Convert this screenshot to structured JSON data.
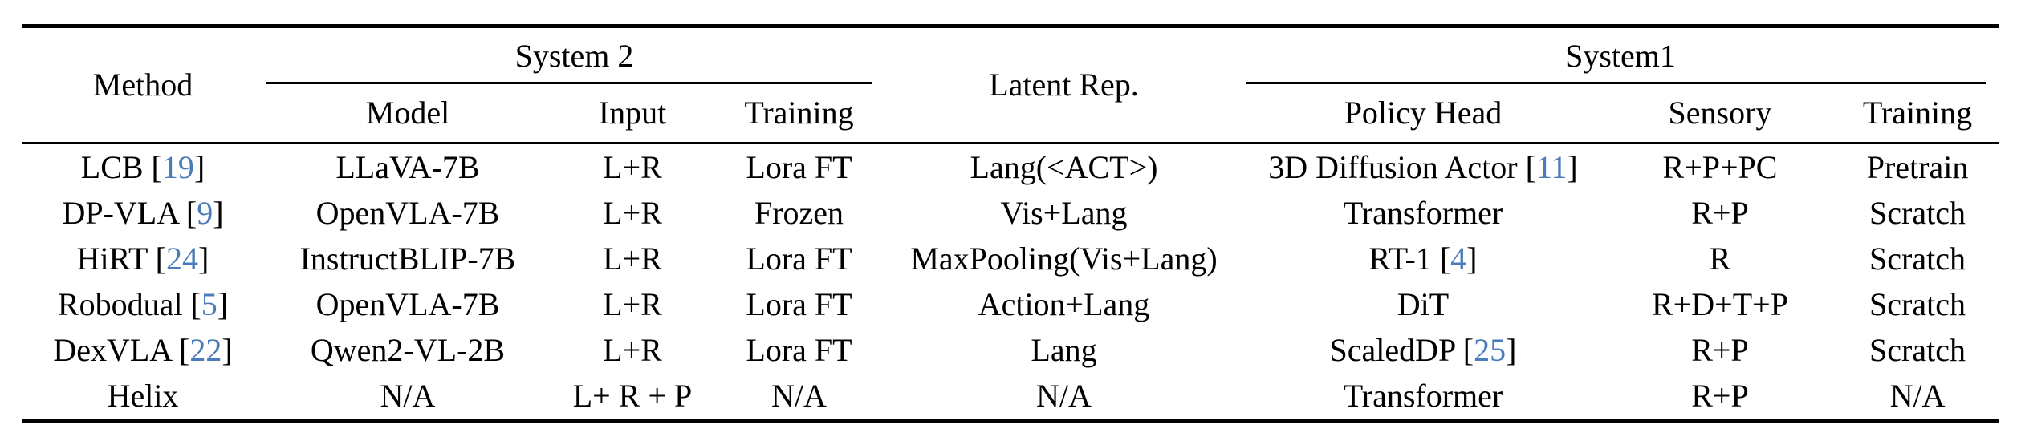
{
  "colors": {
    "text": "#000000",
    "citation_link": "#4b7cba",
    "rule": "#000000",
    "background": "#ffffff"
  },
  "table": {
    "header": {
      "method": "Method",
      "system2_group": "System 2",
      "latent_rep": "Latent Rep.",
      "system1_group": "System1",
      "sub": {
        "model": "Model",
        "input": "Input",
        "training2": "Training",
        "policy_head": "Policy Head",
        "sensory": "Sensory",
        "training1": "Training"
      }
    },
    "rows": [
      {
        "method": {
          "pre": "LCB [",
          "cite": "19",
          "post": "]"
        },
        "model": "LLaVA-7B",
        "input": "L+R",
        "training2": "Lora FT",
        "latent": "Lang(<ACT>)",
        "policy": {
          "pre": "3D Diffusion Actor [",
          "cite": "11",
          "post": "]"
        },
        "sensory": "R+P+PC",
        "training1": "Pretrain"
      },
      {
        "method": {
          "pre": "DP-VLA [",
          "cite": "9",
          "post": "]"
        },
        "model": "OpenVLA-7B",
        "input": "L+R",
        "training2": "Frozen",
        "latent": "Vis+Lang",
        "policy": {
          "pre": "Transformer",
          "cite": "",
          "post": ""
        },
        "sensory": "R+P",
        "training1": "Scratch"
      },
      {
        "method": {
          "pre": "HiRT [",
          "cite": "24",
          "post": "]"
        },
        "model": "InstructBLIP-7B",
        "input": "L+R",
        "training2": "Lora FT",
        "latent": "MaxPooling(Vis+Lang)",
        "policy": {
          "pre": "RT-1 [",
          "cite": "4",
          "post": "]"
        },
        "sensory": "R",
        "training1": "Scratch"
      },
      {
        "method": {
          "pre": "Robodual [",
          "cite": "5",
          "post": "]"
        },
        "model": "OpenVLA-7B",
        "input": "L+R",
        "training2": "Lora FT",
        "latent": "Action+Lang",
        "policy": {
          "pre": "DiT",
          "cite": "",
          "post": ""
        },
        "sensory": "R+D+T+P",
        "training1": "Scratch"
      },
      {
        "method": {
          "pre": "DexVLA [",
          "cite": "22",
          "post": "]"
        },
        "model": "Qwen2-VL-2B",
        "input": "L+R",
        "training2": "Lora FT",
        "latent": "Lang",
        "policy": {
          "pre": "ScaledDP [",
          "cite": "25",
          "post": "]"
        },
        "sensory": "R+P",
        "training1": "Scratch"
      },
      {
        "method": {
          "pre": "Helix",
          "cite": "",
          "post": ""
        },
        "model": "N/A",
        "input": "L+ R + P",
        "training2": "N/A",
        "latent": "N/A",
        "policy": {
          "pre": "Transformer",
          "cite": "",
          "post": ""
        },
        "sensory": "R+P",
        "training1": "N/A"
      }
    ]
  }
}
